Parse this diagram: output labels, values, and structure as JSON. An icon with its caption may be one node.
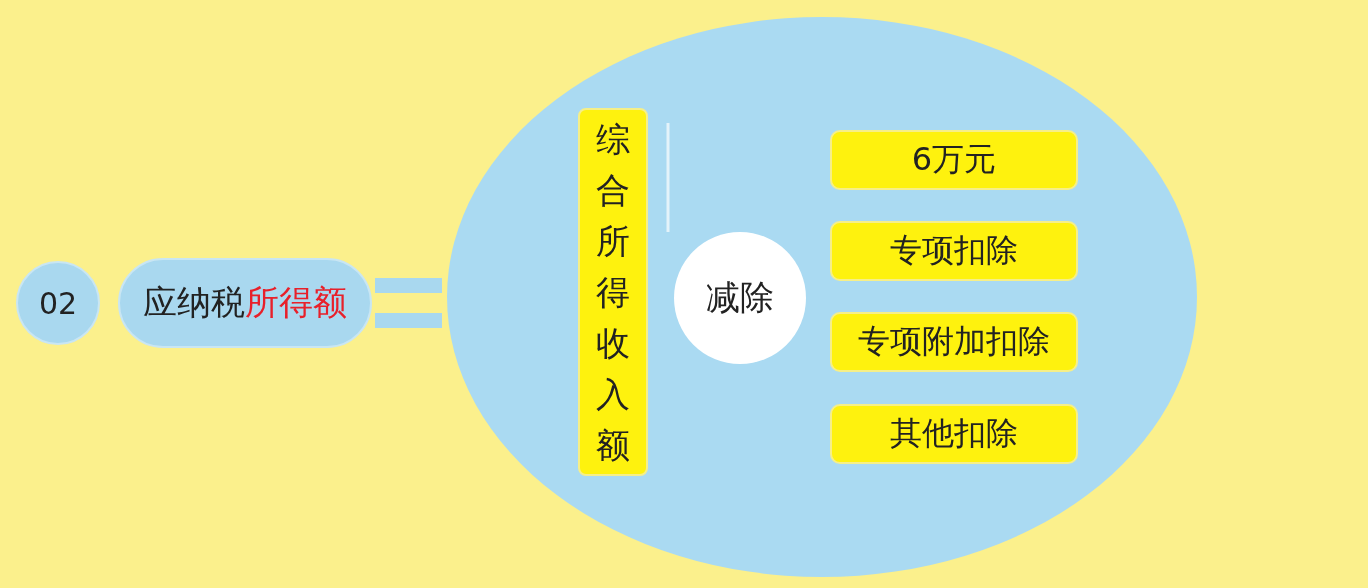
{
  "diagram": {
    "nodes": [
      {
        "text": [
          "02"
        ]
      },
      {
        "text": [
          "应纳税**所得额**"
        ]
      },
      {
        "text": [],
        "shape": "ellipse"
      },
      {
        "text": [
          "综合所得收入额"
        ],
        "in": 2
      },
      {
        "text": [
          "减除"
        ],
        "in": 2
      },
      {
        "text": [
          "6万元"
        ],
        "in": 2
      },
      {
        "text": [
          "专项扣除"
        ],
        "in": 2
      },
      {
        "text": [
          "专项附加扣除"
        ],
        "in": 2
      },
      {
        "text": [
          "其他扣除"
        ],
        "in": 2
      }
    ]
  }
}
